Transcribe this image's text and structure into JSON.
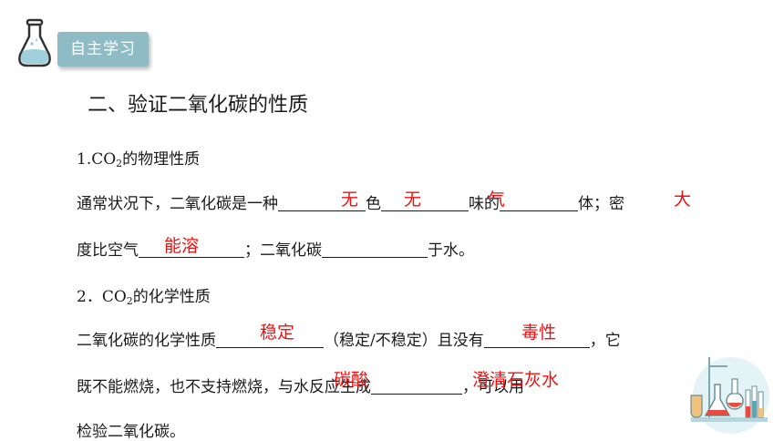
{
  "header": {
    "badge_label": "自主学习",
    "section_title": "二、验证二氧化碳的性质"
  },
  "physical": {
    "heading_pre": "1.CO",
    "heading_sub": "2",
    "heading_post": "的物理性质",
    "line1": {
      "t1": "通常状况下，二氧化碳是一种",
      "t2": "色",
      "t3": "味的",
      "t4": "体；",
      "t5": "密"
    },
    "line2": {
      "t1": "度比空气",
      "t2": "；二氧化碳",
      "t3": "于水。"
    }
  },
  "chemical": {
    "heading_pre": "2．CO",
    "heading_sub": "2",
    "heading_post": "的化学性质",
    "line1": {
      "t1": "二氧化碳的化学性质",
      "t2": "（稳定/不稳定）且没有",
      "t3": "，它"
    },
    "line2": {
      "t1": "既不能燃烧，也不支持燃烧，与水反应生成",
      "t2": "，可以用"
    },
    "line3": "检验二氧化碳。"
  },
  "answers": {
    "colorless": "无",
    "odorless": "无",
    "state": "气",
    "density": "大",
    "higher_density": "能溶",
    "stable": "稳定",
    "toxicity": "毒性",
    "product": "碳酸",
    "reagent": "澄清石灰水"
  },
  "colors": {
    "badge": "#8fbcc4",
    "answer_red": "#ee1111",
    "text": "#1a1a1a"
  }
}
